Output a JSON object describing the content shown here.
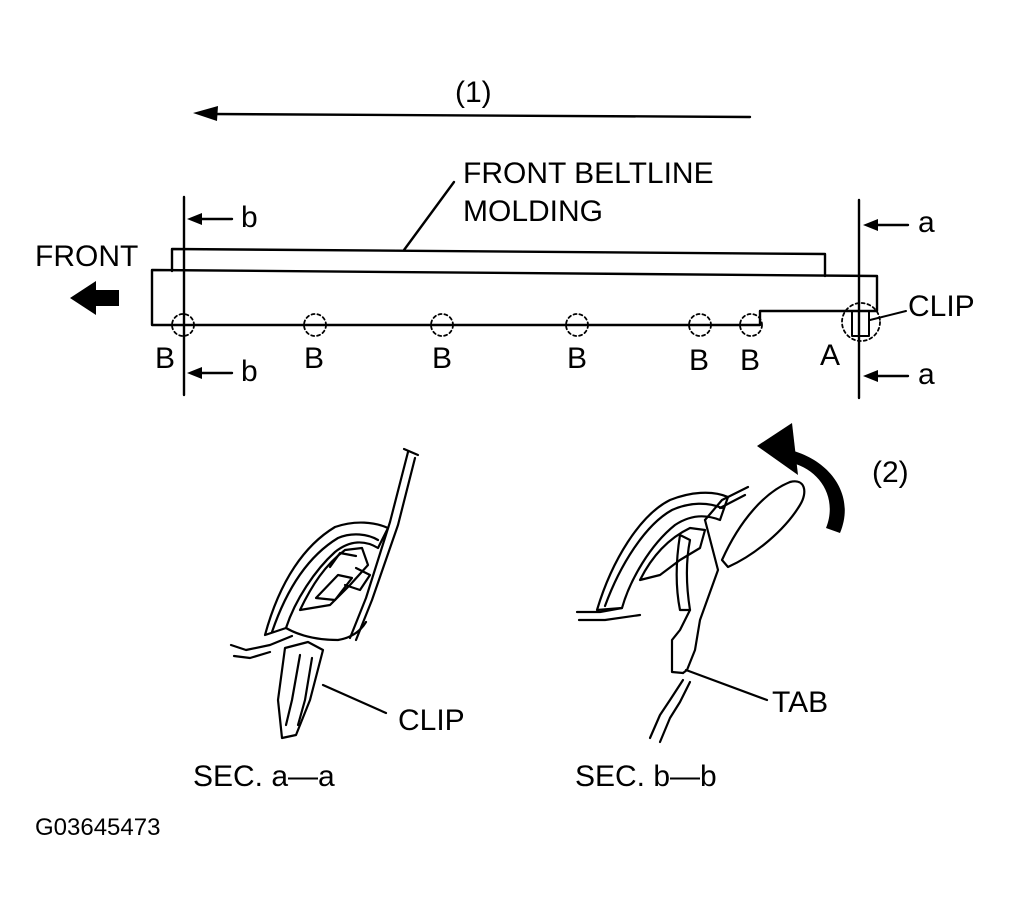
{
  "labels": {
    "step1": "(1)",
    "step2": "(2)",
    "front": "FRONT",
    "molding_line1": "FRONT BELTLINE",
    "molding_line2": "MOLDING",
    "clip_top": "CLIP",
    "section_a": "a",
    "section_b": "b",
    "clip_a": "A",
    "clip_b": "B",
    "clip_sec": "CLIP",
    "tab": "TAB",
    "sec_aa": "SEC. a—a",
    "sec_bb": "SEC. b—b",
    "figure_code": "G03645473"
  },
  "colors": {
    "ink": "#000000",
    "paper": "#ffffff"
  },
  "icons": [
    "front-arrow-icon",
    "rotation-arrow-icon"
  ]
}
